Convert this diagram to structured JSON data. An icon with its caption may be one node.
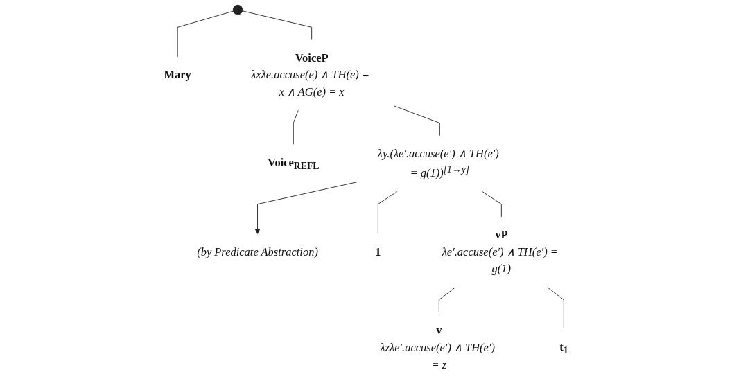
{
  "diagram": {
    "nodes": [
      {
        "text": [],
        "shape": "circle"
      },
      {
        "text": [
          "Mary"
        ]
      },
      {
        "text": [
          "VoiceP",
          "λxλe.accuse(e) ∧ TH(e) = x ∧ AG(e) = x"
        ]
      },
      {
        "text": [
          "Voice$_{REFL}$"
        ]
      },
      {
        "text": [
          "λy.(λe′.accuse(e′) ∧ TH(e′) = g(1))$^{[1→y]}$"
        ]
      },
      {
        "text": [
          "(by Predicate Abstraction)"
        ]
      },
      {
        "text": [
          "1"
        ]
      },
      {
        "text": [
          "vP",
          "λe′.accuse(e′) ∧ TH(e′) = g(1)"
        ]
      },
      {
        "text": [
          "v",
          "λzλe′.accuse(e′) ∧ TH(e′) = z"
        ]
      },
      {
        "text": [
          "t$_{1}$"
        ]
      }
    ],
    "edges": [
      {
        "from": 0,
        "to": 1,
        "arrow": "none"
      },
      {
        "from": 0,
        "to": 2,
        "arrow": "none"
      },
      {
        "from": 2,
        "to": 3,
        "arrow": "none"
      },
      {
        "from": 2,
        "to": 4,
        "arrow": "none"
      },
      {
        "from": 4,
        "to": 5,
        "arrow": "to"
      },
      {
        "from": 4,
        "to": 6,
        "arrow": "none"
      },
      {
        "from": 4,
        "to": 7,
        "arrow": "none"
      },
      {
        "from": 7,
        "to": 8,
        "arrow": "none"
      },
      {
        "from": 7,
        "to": 9,
        "arrow": "none"
      }
    ]
  }
}
